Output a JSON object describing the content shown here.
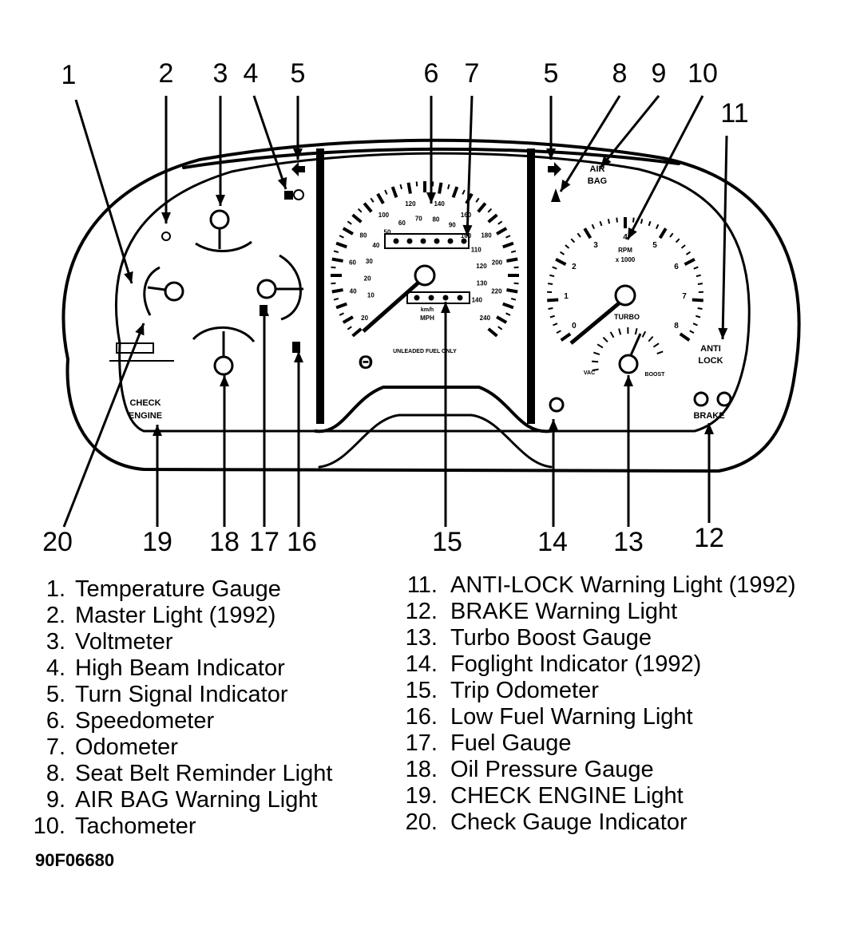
{
  "callouts": [
    "1",
    "2",
    "3",
    "4",
    "5",
    "6",
    "7",
    "5",
    "8",
    "9",
    "10",
    "11",
    "20",
    "19",
    "18",
    "17",
    "16",
    "15",
    "14",
    "13",
    "12"
  ],
  "panel_labels": {
    "check_engine": [
      "CHECK",
      "ENGINE"
    ],
    "air_bag": [
      "AIR",
      "BAG"
    ],
    "anti_lock": [
      "ANTI",
      "LOCK"
    ],
    "brake": "BRAKE",
    "unleaded": "UNLEADED FUEL ONLY",
    "rpm": [
      "RPM",
      "x 1000"
    ],
    "turbo": "TURBO",
    "speed_units": [
      "km/h",
      "MPH"
    ],
    "vac": "VAC",
    "boost": "BOOST"
  },
  "speed_ticks": [
    "20",
    "40",
    "60",
    "80",
    "100",
    "120",
    "140",
    "160",
    "180",
    "200",
    "220",
    "240",
    "10",
    "20",
    "30",
    "40",
    "50",
    "60",
    "70",
    "80",
    "90",
    "100",
    "110",
    "120",
    "130",
    "140"
  ],
  "rpm_ticks": [
    "0",
    "1",
    "2",
    "3",
    "4",
    "5",
    "6",
    "7",
    "8"
  ],
  "legend_left": [
    {
      "num": "1.",
      "text": "Temperature Gauge"
    },
    {
      "num": "2.",
      "text": "Master Light (1992)"
    },
    {
      "num": "3.",
      "text": "Voltmeter"
    },
    {
      "num": "4.",
      "text": "High Beam Indicator"
    },
    {
      "num": "5.",
      "text": "Turn Signal Indicator"
    },
    {
      "num": "6.",
      "text": "Speedometer"
    },
    {
      "num": "7.",
      "text": "Odometer"
    },
    {
      "num": "8.",
      "text": "Seat Belt Reminder Light"
    },
    {
      "num": "9.",
      "text": "AIR BAG Warning Light"
    },
    {
      "num": "10.",
      "text": "Tachometer"
    }
  ],
  "legend_right": [
    {
      "num": "11.",
      "text": "ANTI-LOCK Warning Light (1992)"
    },
    {
      "num": "12.",
      "text": "BRAKE Warning Light"
    },
    {
      "num": "13.",
      "text": "Turbo Boost Gauge"
    },
    {
      "num": "14.",
      "text": "Foglight Indicator (1992)"
    },
    {
      "num": "15.",
      "text": "Trip Odometer"
    },
    {
      "num": "16.",
      "text": "Low Fuel Warning Light"
    },
    {
      "num": "17.",
      "text": "Fuel Gauge"
    },
    {
      "num": "18.",
      "text": "Oil Pressure Gauge"
    },
    {
      "num": "19.",
      "text": "CHECK ENGINE Light"
    },
    {
      "num": "20.",
      "text": "Check Gauge Indicator"
    }
  ],
  "figure_code": "90F06680"
}
